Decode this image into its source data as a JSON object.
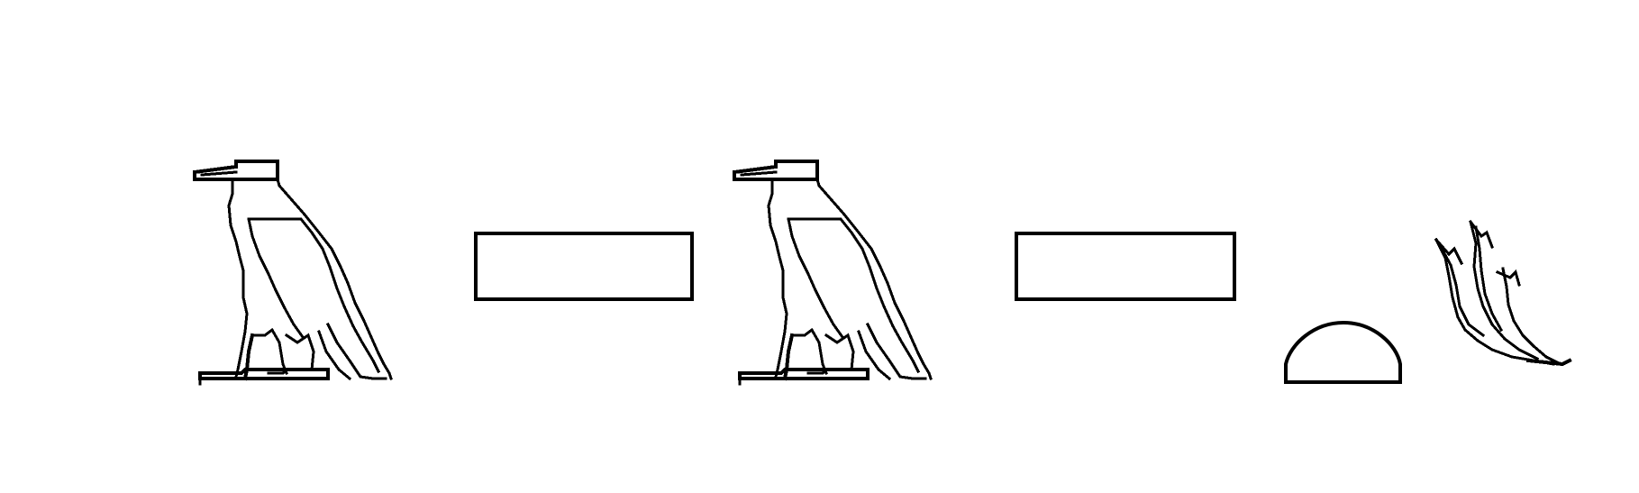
{
  "colors": {
    "background": "#ffffff",
    "ink": "#000000"
  },
  "hieroglyph_sequence": [
    {
      "name": "vulture-glyph"
    },
    {
      "name": "rectangle-glyph"
    },
    {
      "name": "vulture-glyph"
    },
    {
      "name": "rectangle-glyph"
    },
    {
      "name": "half-circle-bread-glyph"
    },
    {
      "name": "reed-plant-glyph"
    }
  ]
}
